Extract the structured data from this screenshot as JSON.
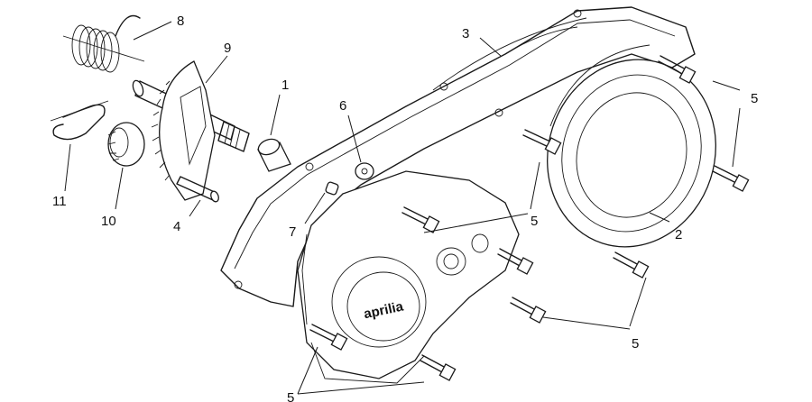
{
  "brand_logo": "aprilia",
  "callouts": {
    "c1": "1",
    "c2": "2",
    "c3": "3",
    "c4": "4",
    "c5a": "5",
    "c5b": "5",
    "c5c": "5",
    "c5d": "5",
    "c6": "6",
    "c7": "7",
    "c8": "8",
    "c9": "9",
    "c10": "10",
    "c11": "11"
  }
}
